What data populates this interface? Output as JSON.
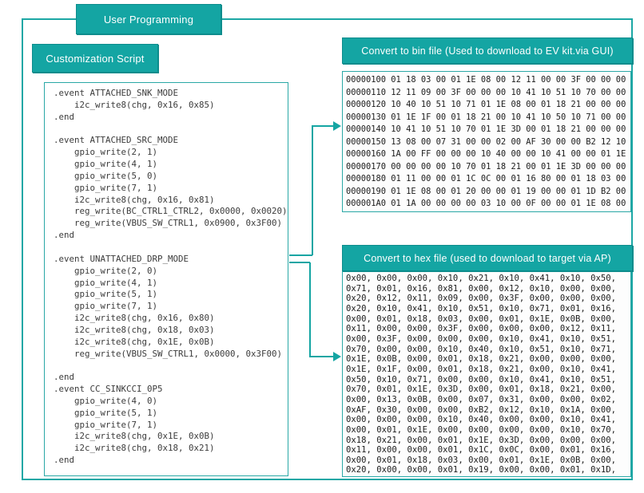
{
  "banners": {
    "user_programming": "User Programming",
    "customization_script": "Customization Script",
    "convert_bin": "Convert to bin file (Used to download to EV kit.via GUI)",
    "convert_hex": "Convert to hex file (used to download to target via AP)"
  },
  "colors": {
    "teal_fill": "#14a5a3",
    "teal_border": "#2aa8a6",
    "code_text": "#3b3b3b"
  },
  "customization_script": {
    "lines": [
      ".event ATTACHED_SNK_MODE",
      "    i2c_write8(chg, 0x16, 0x85)",
      ".end",
      "",
      ".event ATTACHED_SRC_MODE",
      "    gpio_write(2, 1)",
      "    gpio_write(4, 1)",
      "    gpio_write(5, 0)",
      "    gpio_write(7, 1)",
      "    i2c_write8(chg, 0x16, 0x81)",
      "    reg_write(BC_CTRL1_CTRL2, 0x0000, 0x0020)",
      "    reg_write(VBUS_SW_CTRL1, 0x0900, 0x3F00)",
      ".end",
      "",
      ".event UNATTACHED_DRP_MODE",
      "    gpio_write(2, 0)",
      "    gpio_write(4, 1)",
      "    gpio_write(5, 1)",
      "    gpio_write(7, 1)",
      "    i2c_write8(chg, 0x16, 0x80)",
      "    i2c_write8(chg, 0x18, 0x03)",
      "    i2c_write8(chg, 0x1E, 0x0B)",
      "    reg_write(VBUS_SW_CTRL1, 0x0000, 0x3F00)",
      "",
      ".end",
      ".event CC_SINKCCI_0P5",
      "    gpio_write(4, 0)",
      "    gpio_write(5, 1)",
      "    gpio_write(7, 1)",
      "    i2c_write8(chg, 0x1E, 0x0B)",
      "    i2c_write8(chg, 0x18, 0x21)",
      ".end"
    ]
  },
  "bin_dump": {
    "rows": [
      "00000100 01 18 03 00 01 1E 08 00 12 11 00 00 3F 00 00 00",
      "00000110 12 11 09 00 3F 00 00 00 10 41 10 51 10 70 00 00",
      "00000120 10 40 10 51 10 71 01 1E 08 00 01 18 21 00 00 00",
      "00000130 01 1E 1F 00 01 18 21 00 10 41 10 50 10 71 00 00",
      "00000140 10 41 10 51 10 70 01 1E 3D 00 01 18 21 00 00 00",
      "00000150 13 08 00 07 31 00 00 02 00 AF 30 00 00 B2 12 10",
      "00000160 1A 00 FF 00 00 00 10 40 00 00 10 41 00 00 01 1E",
      "00000170 00 00 00 00 10 70 01 18 21 00 01 1E 3D 00 00 00",
      "00000180 01 11 00 00 01 1C 0C 00 01 16 80 00 01 18 03 00",
      "00000190 01 1E 08 00 01 20 00 00 01 19 00 00 01 1D B2 00",
      "000001A0 01 1A 00 00 00 00 03 10 00 0F 00 00 01 1E 08 00"
    ]
  },
  "hex_file": {
    "rows": [
      "0x00, 0x00, 0x00, 0x10, 0x21, 0x10, 0x41, 0x10, 0x50,",
      "0x71, 0x01, 0x16, 0x81, 0x00, 0x12, 0x10, 0x00, 0x00,",
      "0x20, 0x12, 0x11, 0x09, 0x00, 0x3F, 0x00, 0x00, 0x00,",
      "0x20, 0x10, 0x41, 0x10, 0x51, 0x10, 0x71, 0x01, 0x16,",
      "0x00, 0x01, 0x18, 0x03, 0x00, 0x01, 0x1E, 0x0B, 0x00,",
      "0x11, 0x00, 0x00, 0x3F, 0x00, 0x00, 0x00, 0x12, 0x11,",
      "0x00, 0x3F, 0x00, 0x00, 0x00, 0x10, 0x41, 0x10, 0x51,",
      "0x70, 0x00, 0x00, 0x10, 0x40, 0x10, 0x51, 0x10, 0x71,",
      "0x1E, 0x0B, 0x00, 0x01, 0x18, 0x21, 0x00, 0x00, 0x00,",
      "0x1E, 0x1F, 0x00, 0x01, 0x18, 0x21, 0x00, 0x10, 0x41,",
      "0x50, 0x10, 0x71, 0x00, 0x00, 0x10, 0x41, 0x10, 0x51,",
      "0x70, 0x01, 0x1E, 0x3D, 0x00, 0x01, 0x18, 0x21, 0x00,",
      "0x00, 0x13, 0x0B, 0x00, 0x07, 0x31, 0x00, 0x00, 0x02,",
      "0xAF, 0x30, 0x00, 0x00, 0xB2, 0x12, 0x10, 0x1A, 0x00,",
      "0x00, 0x00, 0x00, 0x10, 0x40, 0x00, 0x00, 0x10, 0x41,",
      "0x00, 0x01, 0x1E, 0x00, 0x00, 0x00, 0x00, 0x10, 0x70,",
      "0x18, 0x21, 0x00, 0x01, 0x1E, 0x3D, 0x00, 0x00, 0x00,",
      "0x11, 0x00, 0x00, 0x01, 0x1C, 0x0C, 0x00, 0x01, 0x16,",
      "0x00, 0x01, 0x18, 0x03, 0x00, 0x01, 0x1E, 0x0B, 0x00,",
      "0x20, 0x00, 0x00, 0x01, 0x19, 0x00, 0x00, 0x01, 0x1D,"
    ]
  }
}
